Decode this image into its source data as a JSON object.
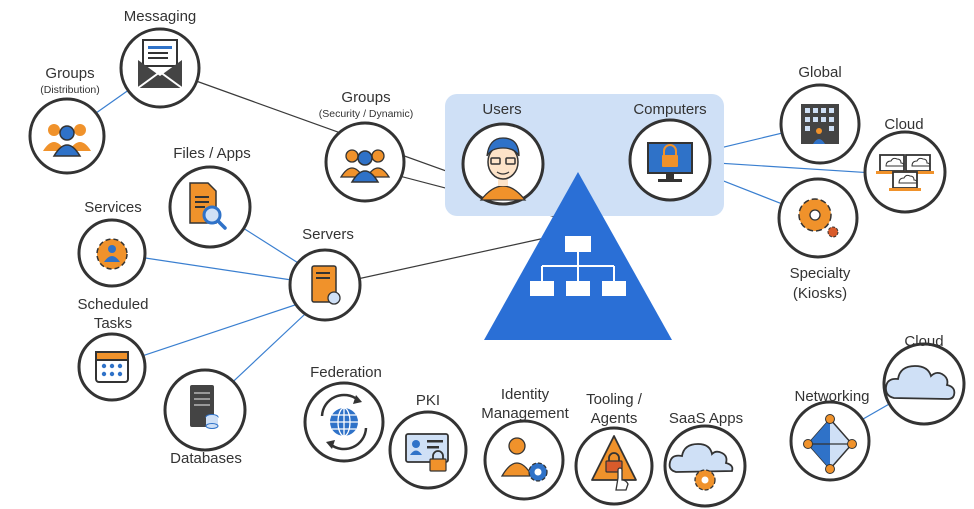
{
  "colors": {
    "circle_stroke": "#333333",
    "line_dark": "#3a3a3a",
    "line_blue": "#3a7fd0",
    "pyramid": "#2a6fd6",
    "panel": "#cfe0f6",
    "orange": "#f0922b",
    "blue_icon": "#2f72c8",
    "gray_icon": "#444444"
  },
  "nodes": {
    "messaging": {
      "label": "Messaging",
      "icon": "envelope-icon"
    },
    "groups_distribution": {
      "label": "Groups",
      "sublabel": "(Distribution)",
      "icon": "people-group-icon"
    },
    "groups_security": {
      "label": "Groups",
      "sublabel": "(Security / Dynamic)",
      "icon": "people-group-icon"
    },
    "files_apps": {
      "label": "Files / Apps",
      "icon": "file-search-icon"
    },
    "services": {
      "label": "Services",
      "icon": "gear-user-icon"
    },
    "servers": {
      "label": "Servers",
      "icon": "server-icon"
    },
    "scheduled_tasks": {
      "label": "Scheduled Tasks",
      "line1": "Scheduled",
      "line2": "Tasks",
      "icon": "calendar-icon"
    },
    "databases": {
      "label": "Databases",
      "icon": "database-server-icon"
    },
    "users": {
      "label": "Users",
      "icon": "user-avatar-icon"
    },
    "computers": {
      "label": "Computers",
      "icon": "monitor-lock-icon"
    },
    "global": {
      "label": "Global",
      "icon": "building-icon"
    },
    "cloud_top": {
      "label": "Cloud",
      "icon": "cloud-laptops-icon"
    },
    "specialty": {
      "label": "Specialty (Kiosks)",
      "line1": "Specialty",
      "line2": "(Kiosks)",
      "icon": "gear-icon"
    },
    "federation": {
      "label": "Federation",
      "icon": "globe-sync-icon"
    },
    "pki": {
      "label": "PKI",
      "icon": "id-card-lock-icon"
    },
    "identity_management": {
      "label": "Identity Management",
      "line1": "Identity",
      "line2": "Management",
      "icon": "user-gear-icon"
    },
    "tooling_agents": {
      "label": "Tooling / Agents",
      "line1": "Tooling /",
      "line2": "Agents",
      "icon": "warning-hand-icon"
    },
    "saas_apps": {
      "label": "SaaS Apps",
      "icon": "cloud-gear-icon"
    },
    "networking": {
      "label": "Networking",
      "icon": "network-diamond-icon"
    },
    "cloud_bottom": {
      "label": "Cloud",
      "icon": "cloud-icon"
    },
    "directory": {
      "icon": "hierarchy-icon"
    }
  }
}
